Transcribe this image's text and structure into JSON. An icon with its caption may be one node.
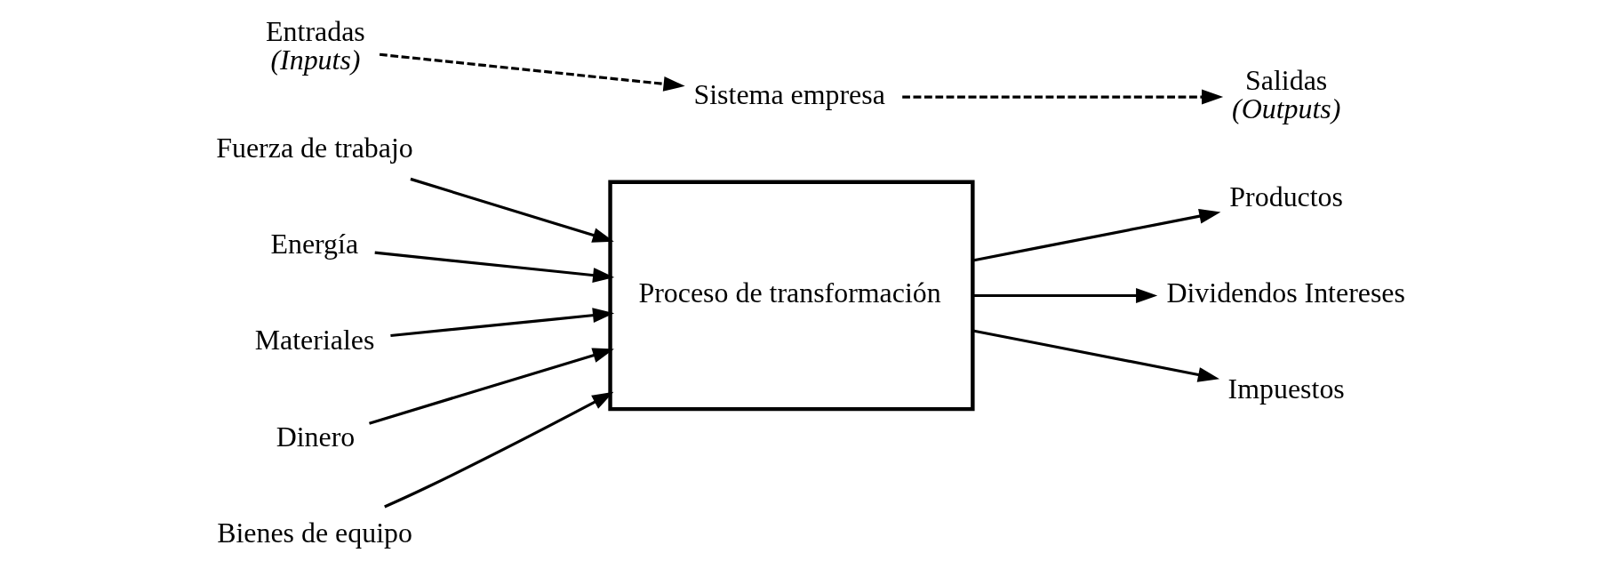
{
  "diagram": {
    "nodes": [
      {
        "text": [
          "Entradas",
          "(Inputs)"
        ]
      },
      {
        "text": [
          "Sistema empresa"
        ]
      },
      {
        "text": [
          "Salidas",
          "(Outputs)"
        ]
      },
      {
        "text": [
          "Fuerza de trabajo"
        ]
      },
      {
        "text": [
          "Energía"
        ]
      },
      {
        "text": [
          "Materiales"
        ]
      },
      {
        "text": [
          "Dinero"
        ]
      },
      {
        "text": [
          "Bienes de equipo"
        ]
      },
      {
        "text": [
          "Proceso de transformación"
        ]
      },
      {
        "text": [
          "Productos"
        ]
      },
      {
        "text": [
          "Dividendos Intereses"
        ]
      },
      {
        "text": [
          "Impuestos"
        ]
      }
    ],
    "edges": [
      {
        "from": 0,
        "to": 1,
        "arrow": "to",
        "style": "dashed"
      },
      {
        "from": 1,
        "to": 2,
        "arrow": "to",
        "style": "dashed"
      },
      {
        "from": 3,
        "to": 8,
        "arrow": "to"
      },
      {
        "from": 4,
        "to": 8,
        "arrow": "to"
      },
      {
        "from": 5,
        "to": 8,
        "arrow": "to"
      },
      {
        "from": 6,
        "to": 8,
        "arrow": "to"
      },
      {
        "from": 7,
        "to": 8,
        "arrow": "to"
      },
      {
        "from": 8,
        "to": 9,
        "arrow": "to"
      },
      {
        "from": 8,
        "to": 10,
        "arrow": "to"
      },
      {
        "from": 8,
        "to": 11,
        "arrow": "to"
      }
    ]
  }
}
